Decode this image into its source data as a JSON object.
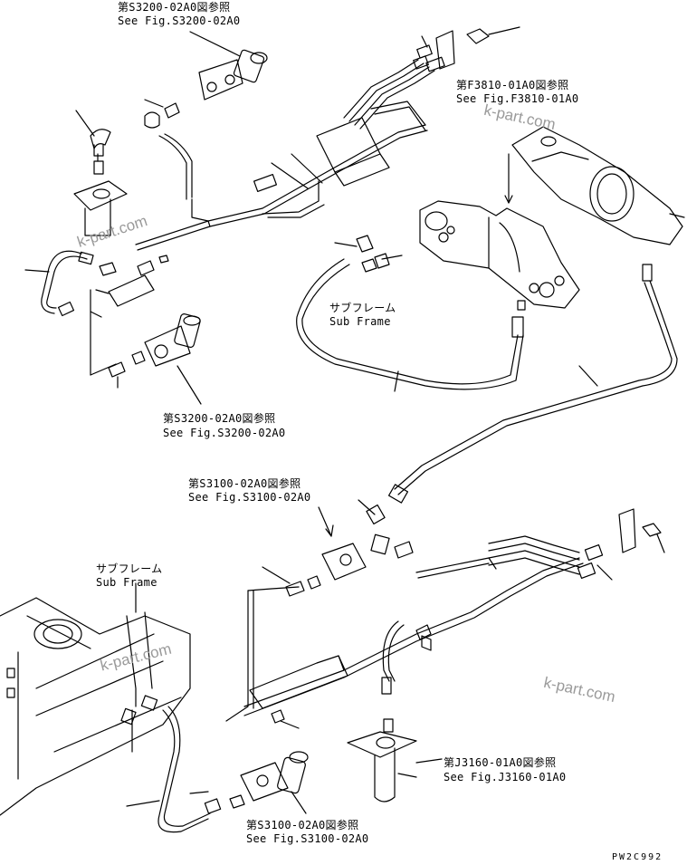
{
  "references": {
    "ref_top": {
      "jp": "第S3200-02A0図参照",
      "en": "See Fig.S3200-02A0"
    },
    "ref_f3810": {
      "jp": "第F3810-01A0図参照",
      "en": "See Fig.F3810-01A0"
    },
    "ref_s3200_mid": {
      "jp": "第S3200-02A0図参照",
      "en": "See Fig.S3200-02A0"
    },
    "ref_s3100_mid": {
      "jp": "第S3100-02A0図参照",
      "en": "See Fig.S3100-02A0"
    },
    "ref_j3160": {
      "jp": "第J3160-01A0図参照",
      "en": "See Fig.J3160-01A0"
    },
    "ref_s3100_bottom": {
      "jp": "第S3100-02A0図参照",
      "en": "See Fig.S3100-02A0"
    }
  },
  "subframe_labels": {
    "upper": {
      "jp": "サブフレーム",
      "en": "Sub Frame"
    },
    "lower": {
      "jp": "サブフレーム",
      "en": "Sub Frame"
    }
  },
  "watermarks": [
    "k-part.com",
    "k-part.com",
    "k-part.com",
    "k-part.com"
  ],
  "drawing_code": "PW2C992",
  "colors": {
    "line": "#000000",
    "watermark": "#9a9a9a",
    "background": "#ffffff"
  }
}
